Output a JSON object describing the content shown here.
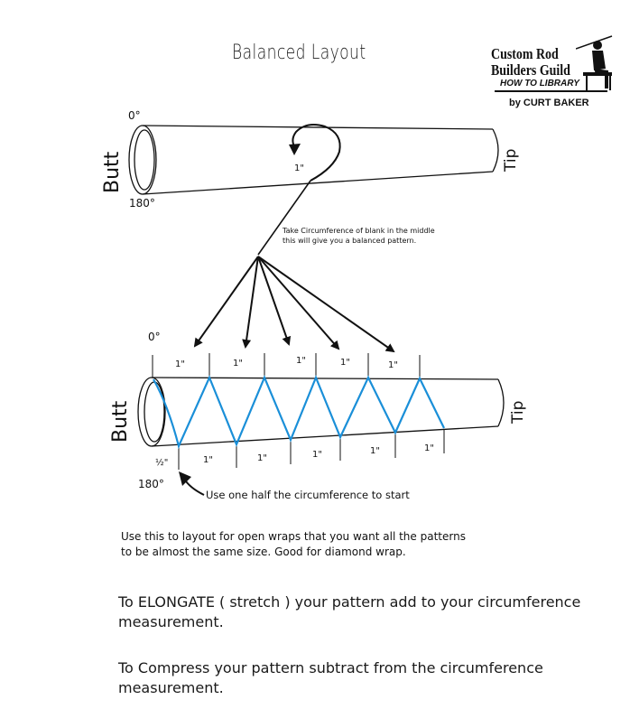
{
  "title": "Balanced Layout",
  "logo": {
    "line1": "Custom Rod",
    "line2": "Builders Guild",
    "line3": "HOW TO LIBRARY",
    "line4": "by CURT BAKER"
  },
  "top_blank": {
    "deg_top": "0°",
    "deg_bottom": "180°",
    "butt_label": "Butt",
    "tip_label": "Tip",
    "measure": "1\""
  },
  "note_middle": {
    "line1": "Take Circumference of blank in the middle",
    "line2": "this will give you a balanced pattern."
  },
  "bottom_blank": {
    "deg_top": "0°",
    "deg_bottom": "180°",
    "butt_label": "Butt",
    "tip_label": "Tip",
    "half": "½\"",
    "top_measures": [
      "1\"",
      "1\"",
      "1\"",
      "1\"",
      "1\""
    ],
    "bottom_measures": [
      "1\"",
      "1\"",
      "1\"",
      "1\"",
      "1\""
    ],
    "start_note": "Use one half the circumference to start"
  },
  "colors": {
    "wrap": "#1a8fd8",
    "ink": "#111111"
  },
  "desc": {
    "line1": "Use this to layout for  open wraps that you want all the  patterns",
    "line2": "to be almost the same size. Good for diamond wrap."
  },
  "elongate": {
    "line1": "To ELONGATE ( stretch ) your pattern add to your circumference",
    "line2": "measurement."
  },
  "compress": {
    "line1": "To Compress your pattern subtract from the circumference",
    "line2": "measurement."
  }
}
